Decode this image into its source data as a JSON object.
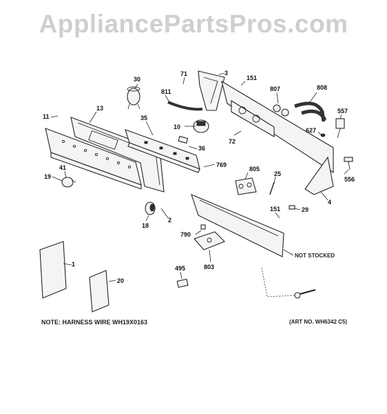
{
  "watermark": "AppliancePartsPros.com",
  "notes": {
    "harness": "NOTE: HARNESS WIRE WH19X0163",
    "art_no": "(ART NO. WH6342 C5)",
    "not_stocked": "NOT STOCKED"
  },
  "callouts": {
    "c1": "1",
    "c2": "2",
    "c3": "3",
    "c4": "4",
    "c10": "10",
    "c11": "11",
    "c13": "13",
    "c18": "18",
    "c19": "19",
    "c20": "20",
    "c25": "25",
    "c29": "29",
    "c30": "30",
    "c35": "35",
    "c36": "36",
    "c41": "41",
    "c71": "71",
    "c72": "72",
    "c151a": "151",
    "c151b": "151",
    "c495": "495",
    "c556": "556",
    "c557": "557",
    "c627": "627",
    "c769": "769",
    "c790": "790",
    "c803": "803",
    "c805": "805",
    "c807": "807",
    "c808": "808",
    "c811": "811"
  }
}
